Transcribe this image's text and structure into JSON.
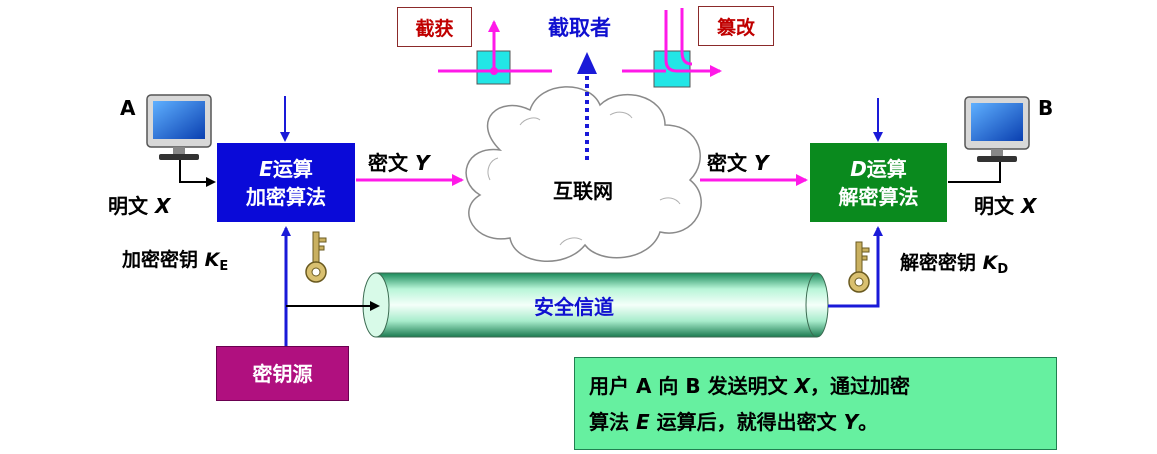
{
  "nodes": {
    "user_a": "A",
    "user_b": "B",
    "plaintext_left": "明文",
    "plaintext_right": "明文",
    "plaintext_var": "X",
    "encrypt_title_var": "E",
    "encrypt_title": "运算",
    "encrypt_sub": "加密算法",
    "decrypt_title_var": "D",
    "decrypt_title": "运算",
    "decrypt_sub": "解密算法",
    "ciphertext": "密文",
    "ciphertext_var": "Y",
    "internet": "互联网",
    "interceptor": "截取者",
    "intercept": "截获",
    "tamper": "篡改",
    "enc_key": "加密密钥",
    "enc_key_var": "K",
    "enc_key_sub": "E",
    "dec_key": "解密密钥",
    "dec_key_var": "K",
    "dec_key_sub": "D",
    "secure_channel": "安全信道",
    "key_source": "密钥源"
  },
  "caption": {
    "part1": "用户 A 向 B 发送明文 ",
    "var_x": "X",
    "part2": "，通过加密",
    "part3": "算法 ",
    "var_e": "E",
    "part4": " 运算后，就得出密文 ",
    "var_y": "Y",
    "part5": "。"
  },
  "colors": {
    "encrypt_box": "#0a0ad8",
    "decrypt_box": "#0a8a1e",
    "key_source_box": "#b0107f",
    "caption_box": "#66f0a0",
    "arrow_blue": "#1a1ad8",
    "arrow_magenta": "#ff19e8",
    "tap_cyan": "#22e6e6"
  }
}
